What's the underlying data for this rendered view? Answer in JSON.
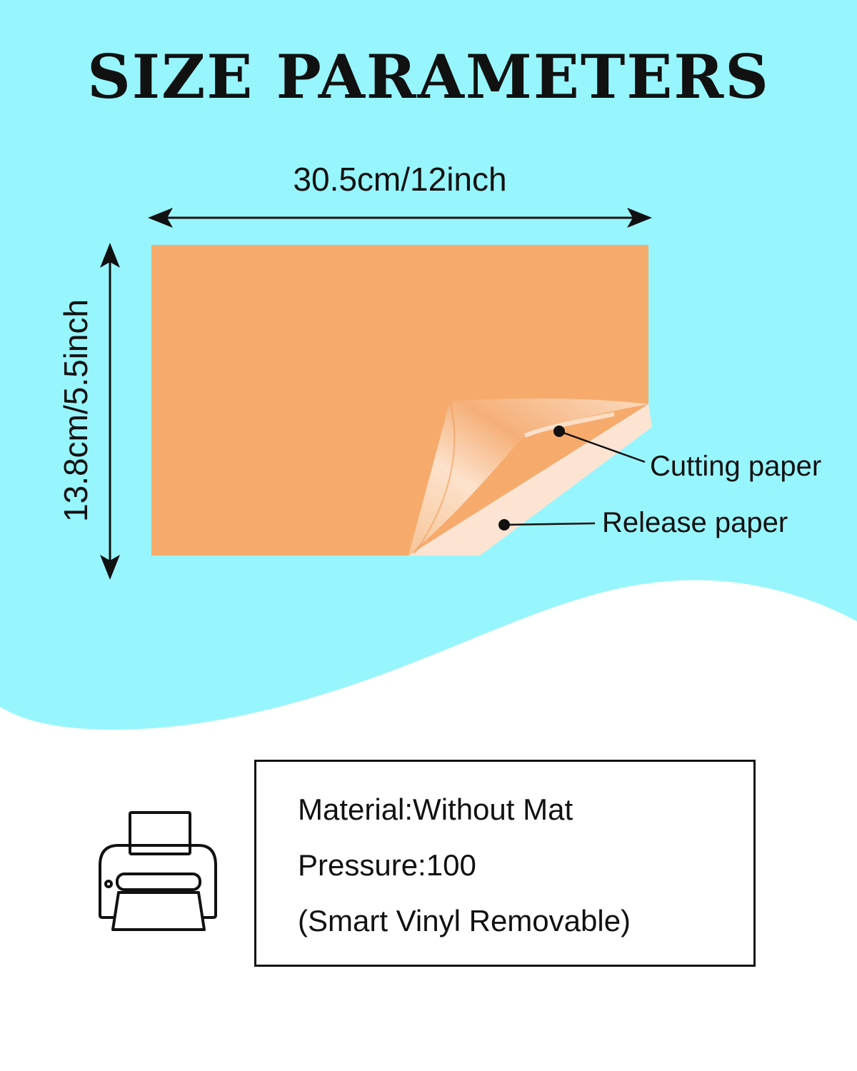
{
  "title": "SIZE PARAMETERS",
  "dimensions": {
    "width_label": "30.5cm/12inch",
    "height_label": "13.8cm/5.5inch"
  },
  "callouts": {
    "cutting_paper": "Cutting paper",
    "release_paper": "Release paper"
  },
  "specs": {
    "material": "Material:Without Mat",
    "pressure": "Pressure:100",
    "note": "(Smart Vinyl Removable)"
  },
  "icons": {
    "printer": "printer-icon"
  },
  "colors": {
    "background_top": "#97f5fd",
    "sheet": "#f6ab6c",
    "release_liner": "#fde4d2",
    "text": "#111111"
  }
}
